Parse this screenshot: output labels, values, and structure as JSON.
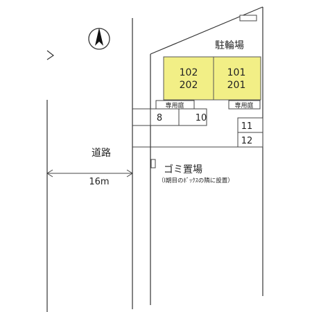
{
  "map": {
    "parking_label": "駐輪場",
    "units": [
      {
        "top": "102",
        "bottom": "202",
        "color": "#f2ef86"
      },
      {
        "top": "101",
        "bottom": "201",
        "color": "#f2ef86"
      }
    ],
    "garden_label": "専用庭",
    "parking_spaces": [
      "8",
      "10",
      "11",
      "12"
    ],
    "road_label": "道路",
    "road_width": "16m",
    "garbage_label": "ゴミ置場",
    "garbage_note": "（Ⅰ期目のﾎﾞｯｸｽの隣に設置）",
    "north_icon": "north-arrow-icon"
  }
}
